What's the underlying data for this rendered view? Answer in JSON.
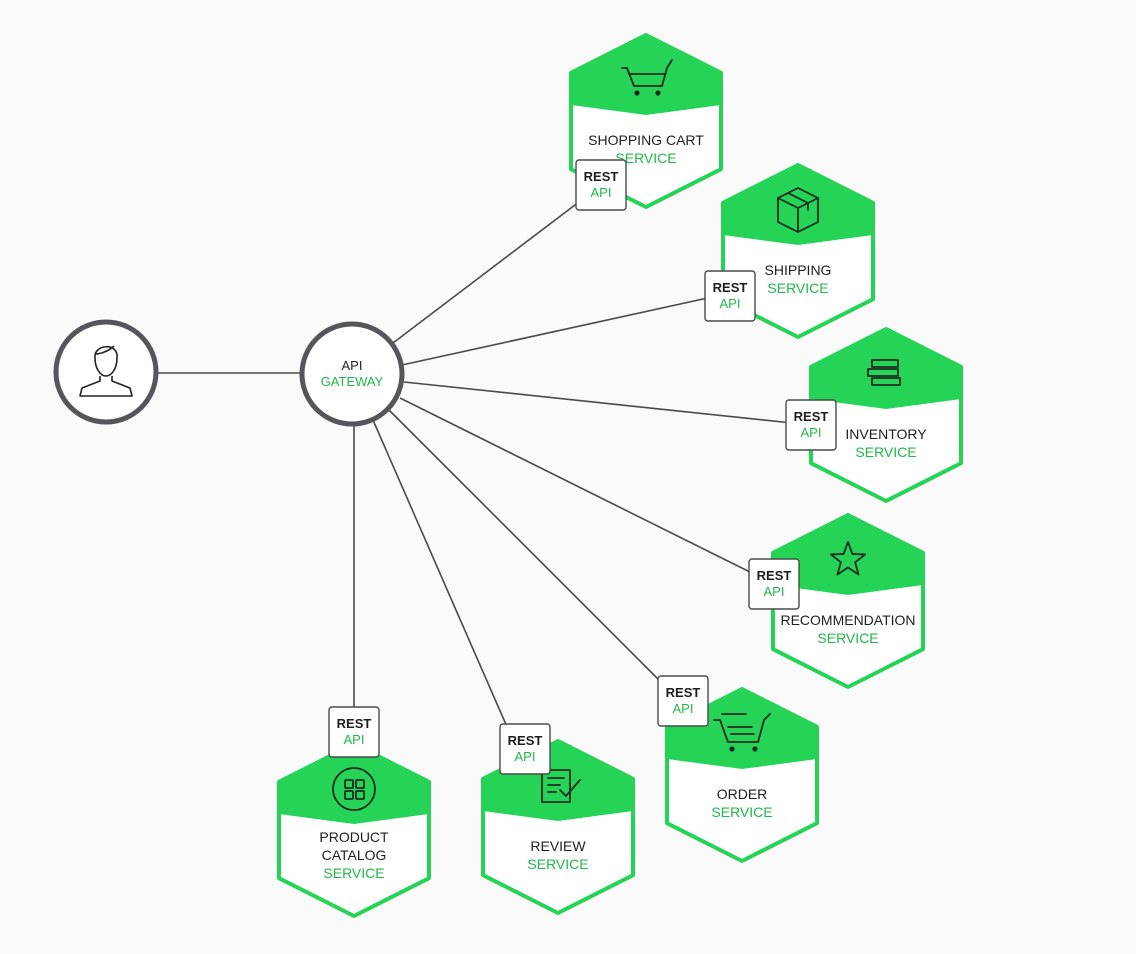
{
  "colors": {
    "green": "#25d456",
    "green_text": "#1fb84a",
    "line": "#4a4a4a",
    "node_ring": "#55555c",
    "background": "#fafafa"
  },
  "user": {
    "icon": "user-icon"
  },
  "gateway": {
    "title": "API",
    "subtitle": "GATEWAY"
  },
  "rest_badge": {
    "top": "REST",
    "bottom": "API"
  },
  "services": [
    {
      "id": "shopping-cart",
      "lines": [
        "SHOPPING CART"
      ],
      "subtitle": "SERVICE",
      "icon": "shopping-cart-icon"
    },
    {
      "id": "shipping",
      "lines": [
        "SHIPPING"
      ],
      "subtitle": "SERVICE",
      "icon": "box-icon"
    },
    {
      "id": "inventory",
      "lines": [
        "INVENTORY"
      ],
      "subtitle": "SERVICE",
      "icon": "stack-icon"
    },
    {
      "id": "recommendation",
      "lines": [
        "RECOMMENDATION"
      ],
      "subtitle": "SERVICE",
      "icon": "star-icon"
    },
    {
      "id": "order",
      "lines": [
        "ORDER"
      ],
      "subtitle": "SERVICE",
      "icon": "order-cart-icon"
    },
    {
      "id": "review",
      "lines": [
        "REVIEW"
      ],
      "subtitle": "SERVICE",
      "icon": "review-icon"
    },
    {
      "id": "product-catalog",
      "lines": [
        "PRODUCT",
        "CATALOG"
      ],
      "subtitle": "SERVICE",
      "icon": "grid-icon"
    }
  ]
}
